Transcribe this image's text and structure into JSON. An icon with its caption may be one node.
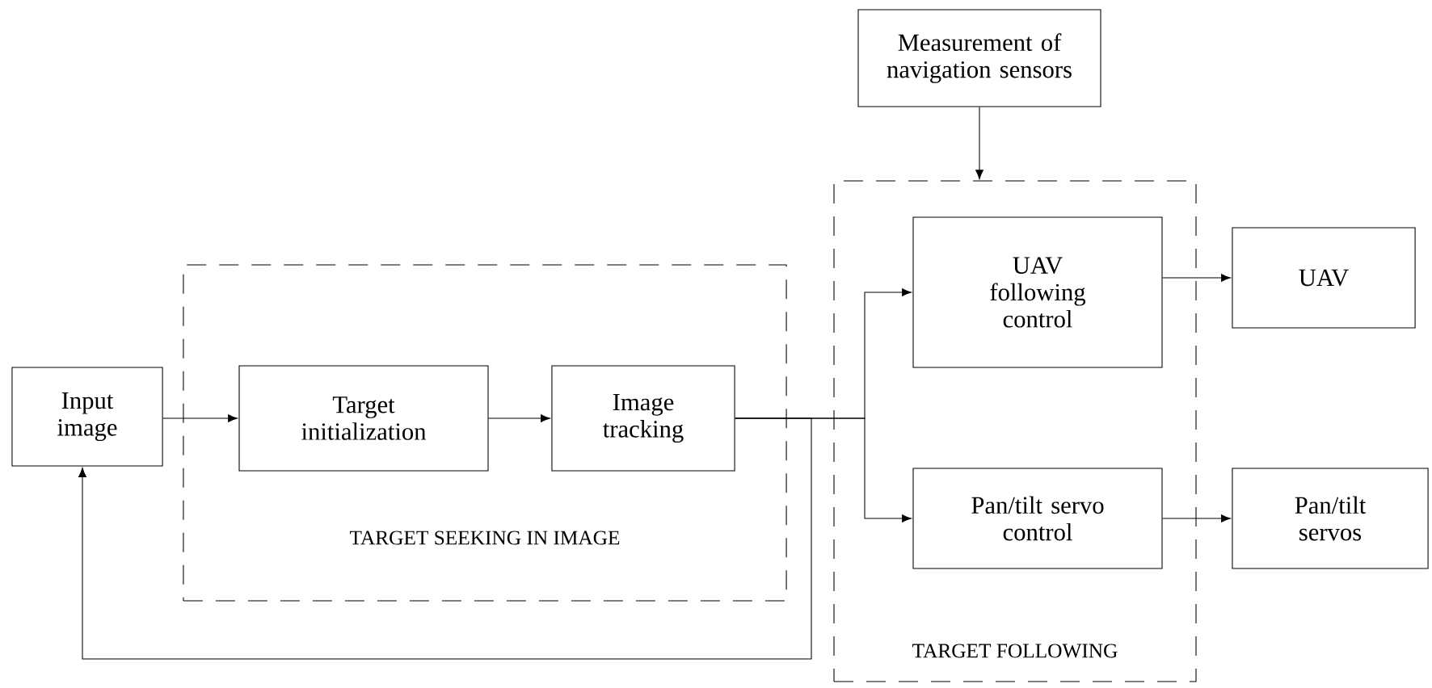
{
  "diagram": {
    "nodes": [
      {
        "text": [
          "Measurement of navigation sensors"
        ]
      },
      {
        "text": [
          "Input image"
        ]
      },
      {
        "text": [
          "TARGET SEEKING IN IMAGE"
        ]
      },
      {
        "text": [
          "Target initialization"
        ],
        "in": 2
      },
      {
        "text": [
          "Image tracking"
        ],
        "in": 2
      },
      {
        "text": [
          "TARGET FOLLOWING"
        ]
      },
      {
        "text": [
          "UAV following control"
        ],
        "in": 5
      },
      {
        "text": [
          "Pan/tilt servo control"
        ],
        "in": 5
      },
      {
        "text": [
          "UAV"
        ]
      },
      {
        "text": [
          "Pan/tilt servos"
        ]
      }
    ],
    "edges": [
      {
        "from": 1,
        "to": 3,
        "arrow": "to"
      },
      {
        "from": 3,
        "to": 4,
        "arrow": "to"
      },
      {
        "from": 4,
        "to": 6,
        "arrow": "to"
      },
      {
        "from": 4,
        "to": 7,
        "arrow": "to"
      },
      {
        "from": 4,
        "to": 1,
        "arrow": "to"
      },
      {
        "from": 0,
        "to": 5,
        "arrow": "to"
      },
      {
        "from": 6,
        "to": 8,
        "arrow": "to"
      },
      {
        "from": 7,
        "to": 9,
        "arrow": "to"
      }
    ]
  }
}
